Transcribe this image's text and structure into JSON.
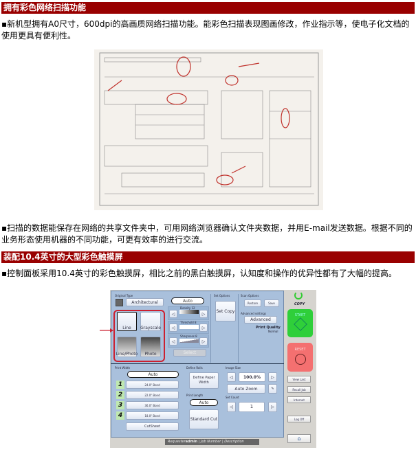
{
  "section1": {
    "title": "拥有彩色网络扫描功能",
    "para1": "▪新机型拥有A0尺寸，600dpi的高画质网络扫描功能。能彩色扫描表现图画修改，作业指示等，使电子化文档的使用更具有便利性。",
    "para2": "▪扫描的数据能保存在网络的共享文件夹中，可用网络浏览器确认文件夹数据，并用E-mail发送数据。根据不同的业务形态使用机器的不同功能，可更有效率的进行交流。"
  },
  "section2": {
    "title": "装配10.4英寸的大型彩色触摸屏",
    "para1": "▪控制面板采用10.4英寸的彩色触摸屏，相比之前的黑白触摸屏，认知度和操作的优异性都有了大幅的提高。"
  },
  "panel": {
    "original_type_label": "Original Type",
    "original_type_value": "Architectural",
    "types": [
      "Line",
      "Grayscale",
      "Line/Photo",
      "Photo"
    ],
    "auto": "Auto",
    "density": "Density 12",
    "threshold": "Threshold 8",
    "sharpness": "Sharpness 8",
    "disabled_btn": "Select",
    "set_options_label": "Set Options",
    "set_copy": "Set Copy",
    "scan_options_label": "Scan Options",
    "restore": "Restore",
    "save": "Save",
    "advanced_label": "Advanced settings",
    "advanced": "Advanced",
    "print_quality": "Print Quality",
    "print_quality_value": "Normal",
    "print_width_label": "Print Width",
    "print_width_auto": "Auto",
    "rolls": [
      {
        "num": "1",
        "label": "24.0\" Bond"
      },
      {
        "num": "2",
        "label": "22.0\" Bond"
      },
      {
        "num": "3",
        "label": "36.0\" Bond"
      },
      {
        "num": "4",
        "label": "18.0\" Bond"
      }
    ],
    "cutsheet": "CutSheet",
    "define_roll_label": "Define Rolls",
    "define_paper_width": "Define Paper Width",
    "print_length_label": "Print Length",
    "print_length_auto": "Auto",
    "standard_cut": "Standard Cut",
    "image_size_label": "Image Size",
    "image_size": "100.0%",
    "auto_zoom": "Auto Zoom",
    "set_count_label": "Set Count",
    "set_count": "1",
    "copy": "COPY",
    "start": "START",
    "reset": "RESET",
    "view_last": "View Last",
    "recall_job": "Recall Job",
    "internet": "Internet",
    "log_off": "Log Off",
    "status": {
      "requester_label": "Requester",
      "requester": "admin",
      "job_number": "Job Number",
      "description": "Description"
    }
  }
}
